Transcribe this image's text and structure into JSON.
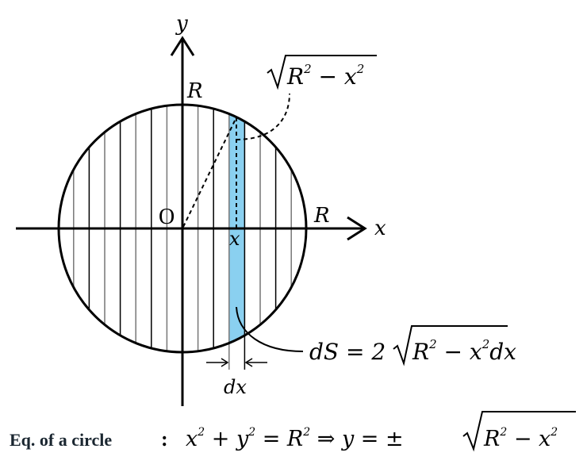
{
  "colors": {
    "strip": "#8ad0f0",
    "ink": "#000000",
    "title": "#1a2630"
  },
  "labels": {
    "y_axis": "y",
    "x_axis": "x",
    "origin": "O",
    "r_top": "R",
    "r_right": "R",
    "x_point": "x",
    "height_expr": {
      "sqrt_body": "R",
      "sup": "2",
      "rest": " − x",
      "sup2": "2"
    },
    "ds_expr": {
      "lhs": "dS = 2",
      "sqrt_body": "R",
      "sup": "2",
      "rest": " − x",
      "sup2": "2",
      "tail": "dx"
    },
    "dx": "dx"
  },
  "equation": {
    "label": "Eq. of a circle",
    "colon": ":",
    "part1": "x",
    "s1": "2",
    "part2": " + y",
    "s2": "2",
    "part3": " = R",
    "s3": "2",
    "part4": " ⇒ y = ±",
    "sqrt_body": "R",
    "s4": "2",
    "sqrt_rest": " − x",
    "s5": "2"
  }
}
